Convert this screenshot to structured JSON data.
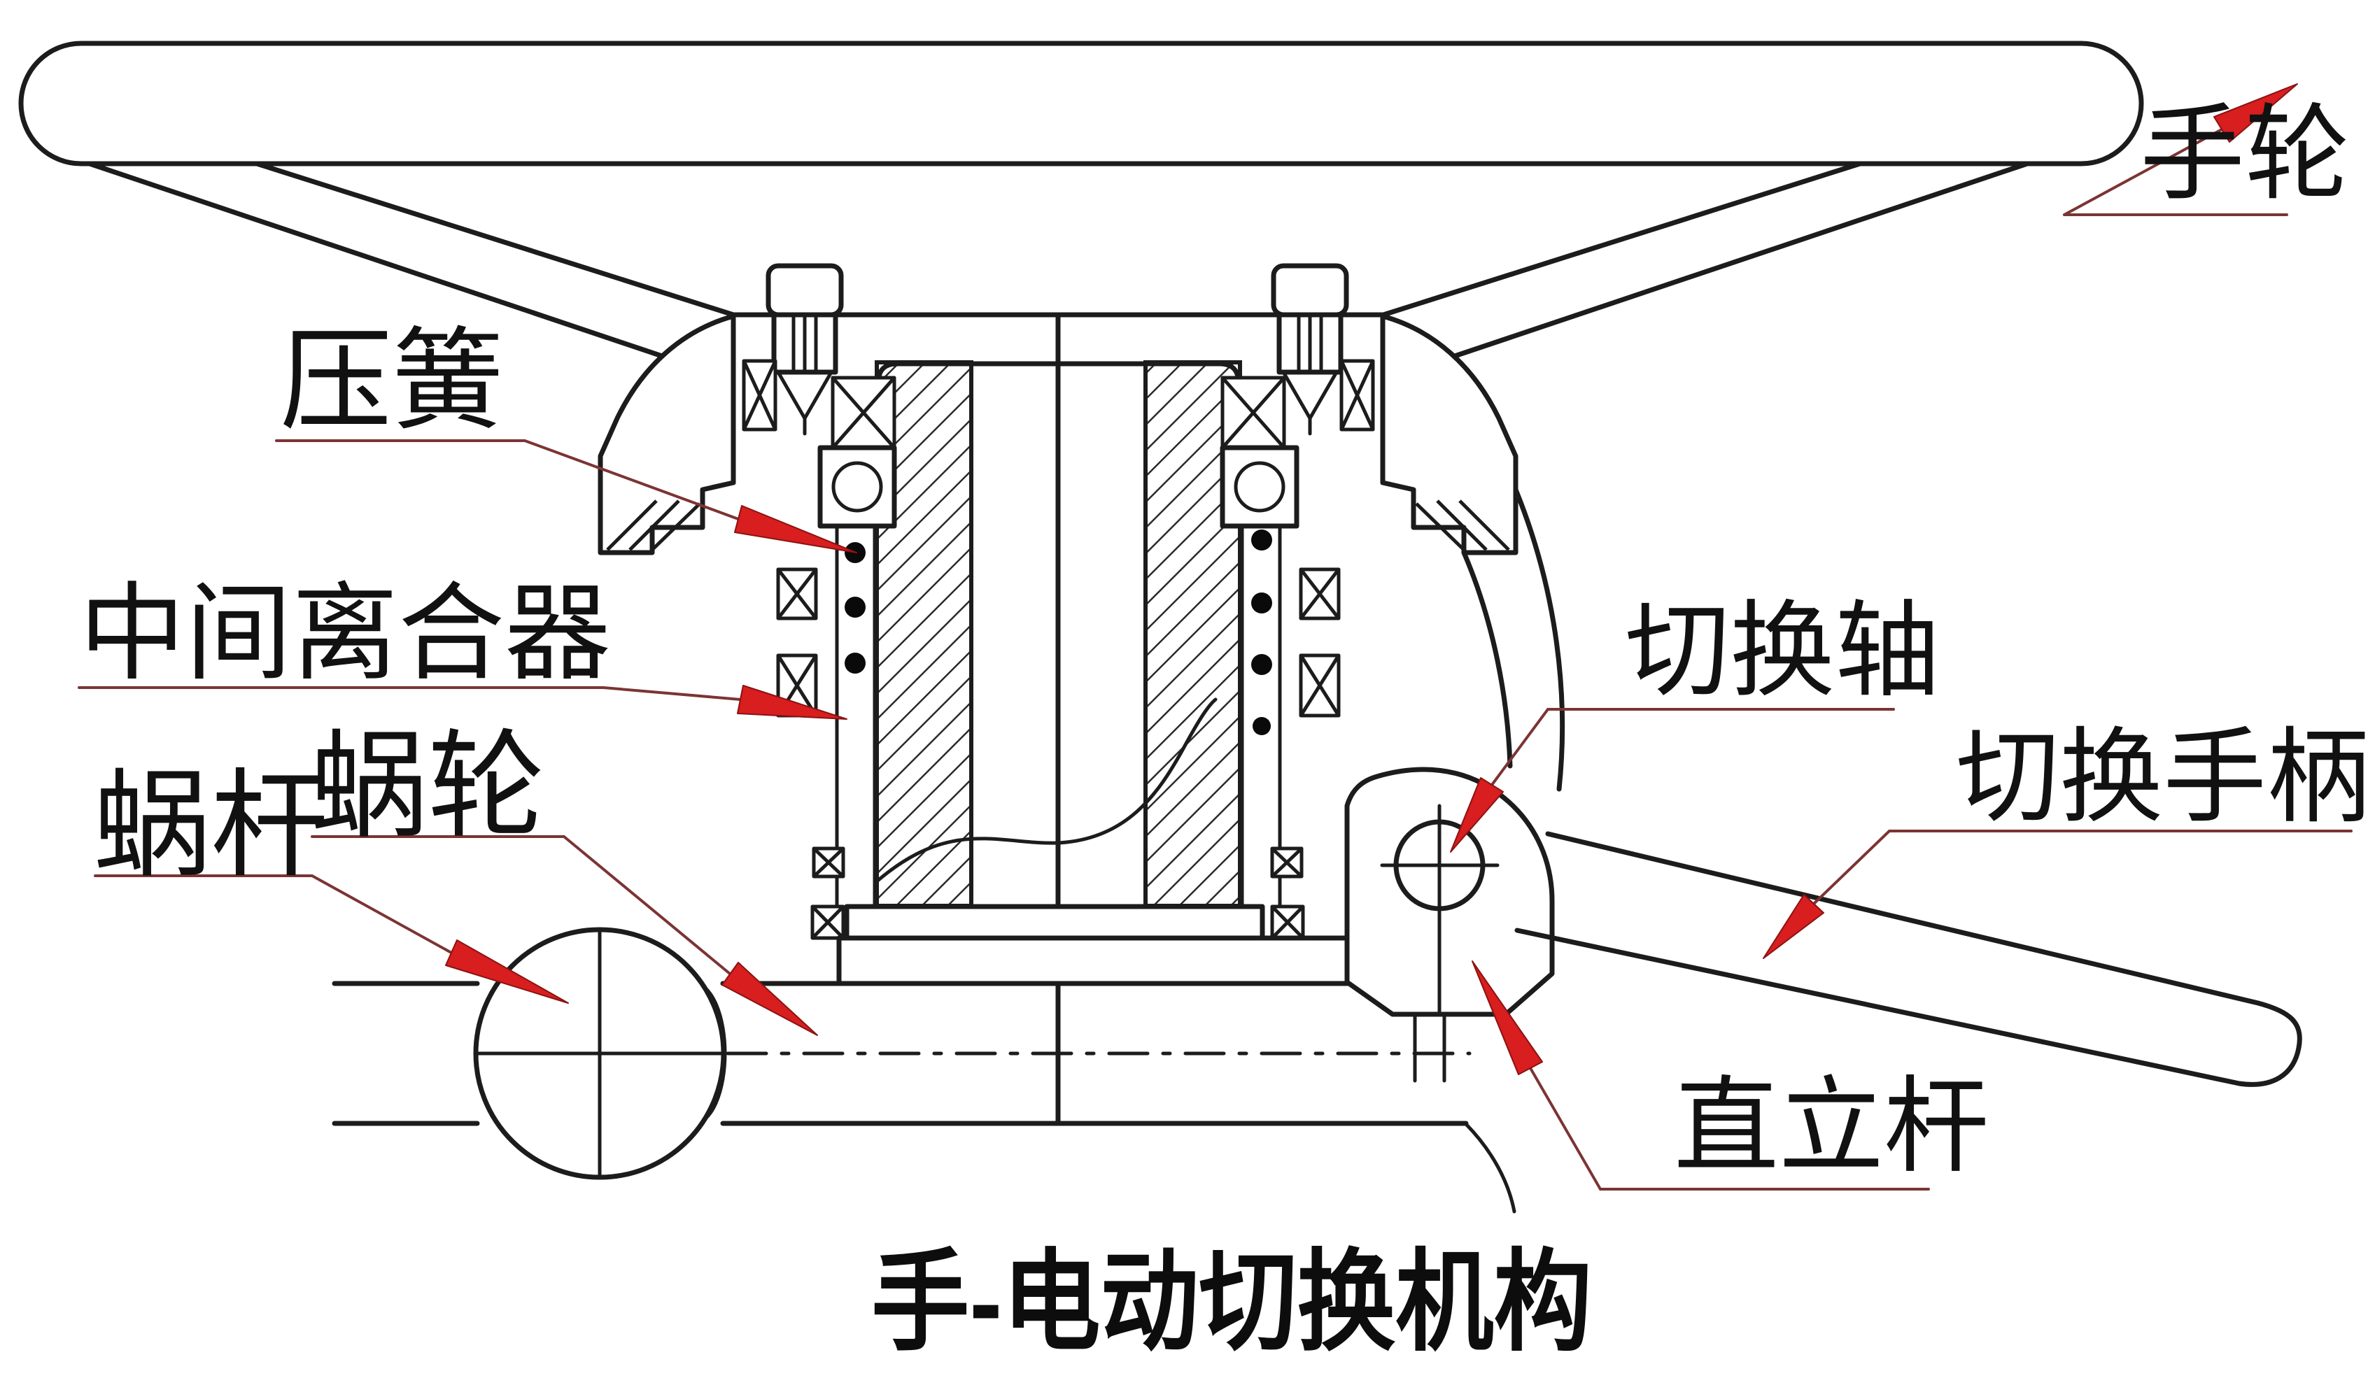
{
  "diagram": {
    "title": "手-电动切换机构",
    "labels": {
      "handwheel": "手轮",
      "compression_spring": "压簧",
      "intermediate_clutch": "中间离合器",
      "worm": "蜗杆",
      "worm_wheel": "蜗轮",
      "switching_shaft": "切换轴",
      "switching_handle": "切换手柄",
      "vertical_rod": "直立杆"
    },
    "colors": {
      "line": "#1c1c1c",
      "leader_line": "#7c3434",
      "pointer_arrow": "#d81e1e",
      "background": "#ffffff",
      "text": "#111111"
    }
  }
}
